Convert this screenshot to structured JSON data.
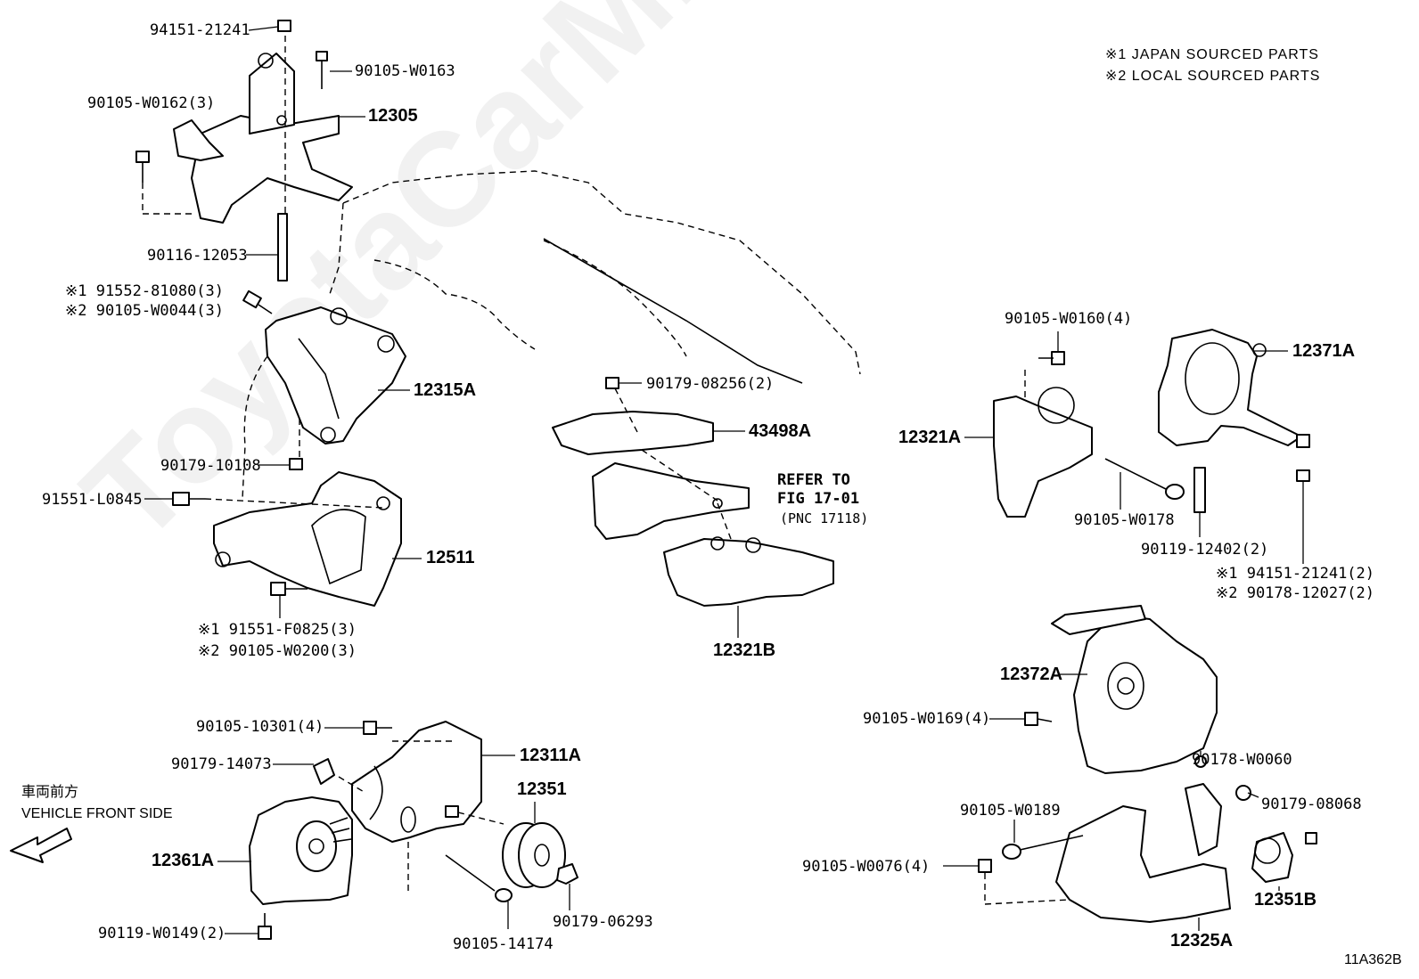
{
  "notes": {
    "line1": "※1  JAPAN SOURCED PARTS",
    "line2": "※2  LOCAL SOURCED PARTS"
  },
  "watermark": "ToyotaCarMine.ru",
  "figure_code": "11A362B",
  "direction": {
    "jp": "車両前方",
    "en": "VEHICLE FRONT SIDE"
  },
  "refer": {
    "line1": "REFER TO",
    "line2": "FIG 17-01",
    "line3": "(PNC 17118)"
  },
  "labels": {
    "p94151_21241_top": "94151-21241",
    "p90105_W0163": "90105-W0163",
    "p90105_W0162": "90105-W0162(3)",
    "p12305": "12305",
    "p90116_12053": "90116-12053",
    "p91552_81080": "※1 91552-81080(3)",
    "p90105_W0044": "※2 90105-W0044(3)",
    "p12315A": "12315A",
    "p90179_10108": "90179-10108",
    "p91551_L0845": "91551-L0845",
    "p12511": "12511",
    "p91551_F0825": "※1 91551-F0825(3)",
    "p90105_W0200": "※2 90105-W0200(3)",
    "p90179_08256": "90179-08256(2)",
    "p43498A": "43498A",
    "p12321B": "12321B",
    "p90105_W0160": "90105-W0160(4)",
    "p12371A": "12371A",
    "p12321A": "12321A",
    "p90105_W0178": "90105-W0178",
    "p90119_12402": "90119-12402(2)",
    "p94151_21241_r": "※1 94151-21241(2)",
    "p90178_12027": "※2 90178-12027(2)",
    "p12372A": "12372A",
    "p90105_W0169": "90105-W0169(4)",
    "p90178_W0060": "90178-W0060",
    "p90179_08068": "90179-08068",
    "p90105_W0189": "90105-W0189",
    "p90105_W0076": "90105-W0076(4)",
    "p12351B": "12351B",
    "p12325A": "12325A",
    "p90105_10301": "90105-10301(4)",
    "p12311A": "12311A",
    "p90179_14073": "90179-14073",
    "p12351": "12351",
    "p12361A": "12361A",
    "p90179_06293": "90179-06293",
    "p90119_W0149": "90119-W0149(2)",
    "p90105_14174": "90105-14174"
  }
}
